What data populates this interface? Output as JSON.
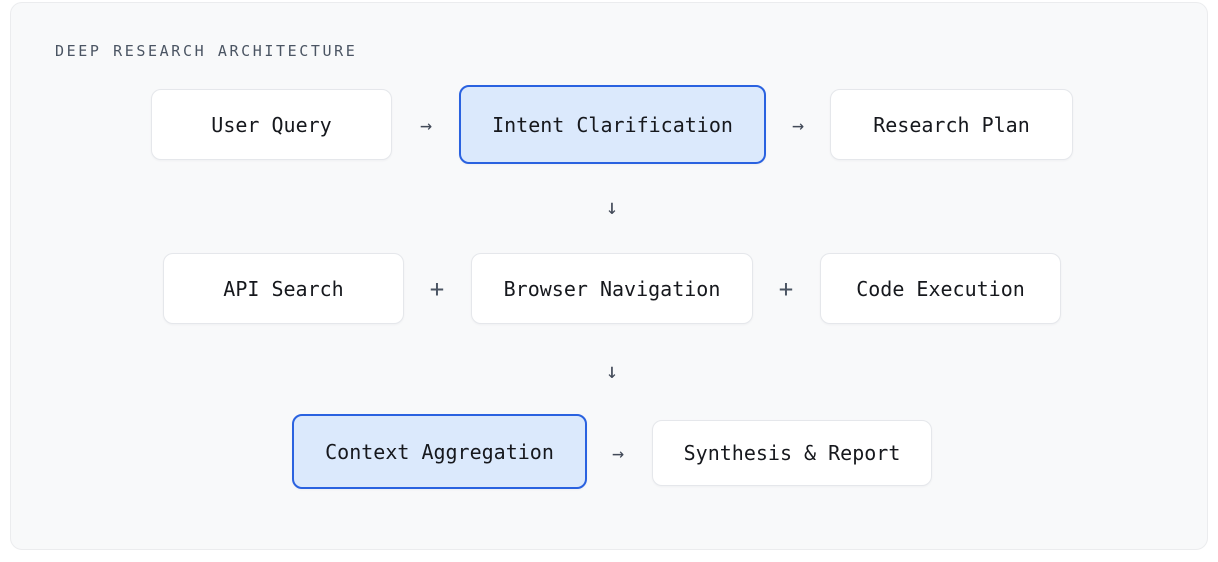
{
  "title": "DEEP RESEARCH ARCHITECTURE",
  "symbols": {
    "arrow_right": "→",
    "arrow_down": "↓",
    "plus": "+"
  },
  "colors": {
    "card_bg": "#f8f9fa",
    "card_border": "#ebecee",
    "box_bg": "#ffffff",
    "box_border": "#e5e7eb",
    "highlight_bg": "#dbe9fc",
    "highlight_border": "#2a62e0",
    "text": "#16181d",
    "muted": "#4b5563",
    "connector": "#424a58"
  },
  "nodes": {
    "user_query": {
      "label": "User Query",
      "highlighted": false
    },
    "intent_clarification": {
      "label": "Intent Clarification",
      "highlighted": true
    },
    "research_plan": {
      "label": "Research Plan",
      "highlighted": false
    },
    "api_search": {
      "label": "API Search",
      "highlighted": false
    },
    "browser_navigation": {
      "label": "Browser Navigation",
      "highlighted": false
    },
    "code_execution": {
      "label": "Code Execution",
      "highlighted": false
    },
    "context_aggregation": {
      "label": "Context Aggregation",
      "highlighted": true
    },
    "synthesis_report": {
      "label": "Synthesis & Report",
      "highlighted": false
    }
  },
  "flow": [
    "User Query → Intent Clarification → Research Plan",
    "↓",
    "API Search + Browser Navigation + Code Execution",
    "↓",
    "Context Aggregation → Synthesis & Report"
  ]
}
